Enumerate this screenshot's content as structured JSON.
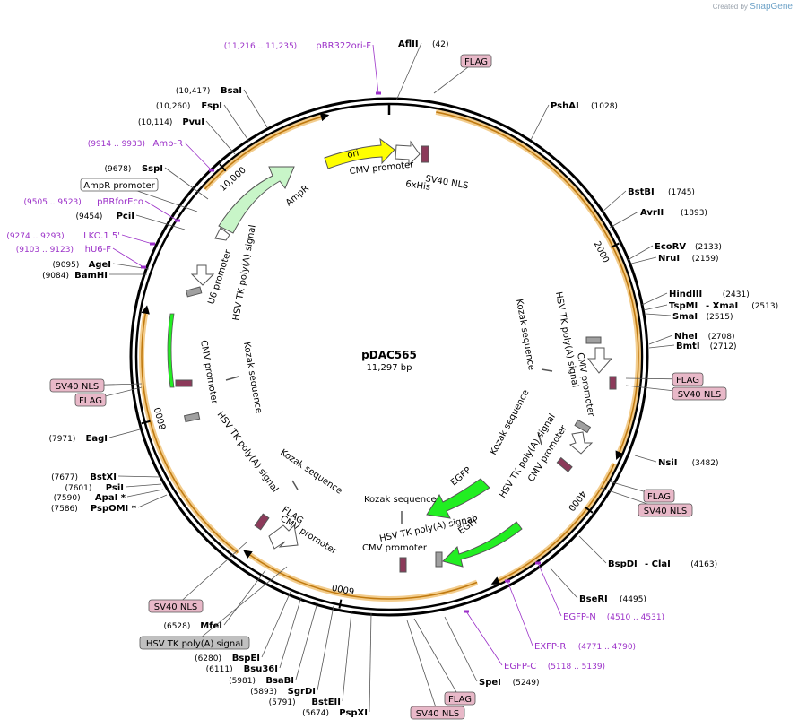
{
  "watermark": {
    "created_by": "Created by",
    "brand": "SnapGene"
  },
  "plasmid": {
    "name": "pDAC565",
    "size_label": "11,297 bp",
    "length": 11297
  },
  "colors": {
    "backbone": "#000000",
    "purple": "#9b30c8",
    "orange": "#f0a030",
    "green_bright": "#22ee22",
    "green_light": "#c8f5c8",
    "yellow": "#ffff00",
    "pink_tag": "#e8b8c8",
    "gray_tag": "#c0c0c0",
    "nls_box": "#8c3a5a"
  },
  "ticks": [
    {
      "bp": 2000,
      "label": "2000"
    },
    {
      "bp": 4000,
      "label": "4000"
    },
    {
      "bp": 6000,
      "label": "6000"
    },
    {
      "bp": 8000,
      "label": "8000"
    },
    {
      "bp": 10000,
      "label": "10,000"
    }
  ],
  "sites_right": [
    {
      "name": "AflII",
      "pos": "(42)"
    },
    {
      "name": "PshAI",
      "pos": "(1028)"
    },
    {
      "name": "BstBI",
      "pos": "(1745)"
    },
    {
      "name": "AvrII",
      "pos": "(1893)"
    },
    {
      "name": "EcoRV",
      "pos": "(2133)"
    },
    {
      "name": "NruI",
      "pos": "(2159)"
    },
    {
      "name": "HindIII",
      "pos": "(2431)"
    },
    {
      "name": "TspMI",
      "pos": "",
      "joiner": "- XmaI",
      "pos2": "(2513)"
    },
    {
      "name": "SmaI",
      "pos": "(2515)"
    },
    {
      "name": "NheI",
      "pos": "(2708)"
    },
    {
      "name": "BmtI",
      "pos": "(2712)"
    },
    {
      "name": "NsiI",
      "pos": "(3482)"
    },
    {
      "name": "BspDI",
      "pos": "",
      "joiner": "- ClaI",
      "pos2": "(4163)"
    },
    {
      "name": "BseRI",
      "pos": "(4495)"
    },
    {
      "name": "SpeI",
      "pos": "(5249)"
    }
  ],
  "sites_left": [
    {
      "name": "BsaI",
      "pos": "(10,417)"
    },
    {
      "name": "FspI",
      "pos": "(10,260)"
    },
    {
      "name": "PvuI",
      "pos": "(10,114)"
    },
    {
      "name": "SspI",
      "pos": "(9678)"
    },
    {
      "name": "PciI",
      "pos": "(9454)"
    },
    {
      "name": "AgeI",
      "pos": "(9095)"
    },
    {
      "name": "BamHI",
      "pos": "(9084)"
    },
    {
      "name": "EagI",
      "pos": "(7971)"
    },
    {
      "name": "BstXI",
      "pos": "(7677)"
    },
    {
      "name": "PsiI",
      "pos": "(7601)"
    },
    {
      "name": "ApaI *",
      "pos": "(7590)"
    },
    {
      "name": "PspOMI *",
      "pos": "(7586)"
    },
    {
      "name": "MfeI",
      "pos": "(6528)"
    },
    {
      "name": "BspEI",
      "pos": "(6280)"
    },
    {
      "name": "Bsu36I",
      "pos": "(6111)"
    },
    {
      "name": "BsaBI",
      "pos": "(5981)"
    },
    {
      "name": "SgrDI",
      "pos": "(5893)"
    },
    {
      "name": "BstEII",
      "pos": "(5791)"
    },
    {
      "name": "PspXI",
      "pos": "(5674)"
    }
  ],
  "primers": [
    {
      "name": "pBR322ori-F",
      "range": "(11,216 .. 11,235)"
    },
    {
      "name": "Amp-R",
      "range": "(9914 .. 9933)"
    },
    {
      "name": "pBRforEco",
      "range": "(9505 .. 9523)"
    },
    {
      "name": "LKO.1 5'",
      "range": "(9274 .. 9293)"
    },
    {
      "name": "hU6-F",
      "range": "(9103 .. 9123)"
    },
    {
      "name": "EGFP-N",
      "range": "(4510 .. 4531)"
    },
    {
      "name": "EXFP-R",
      "range": "(4771 .. 4790)"
    },
    {
      "name": "EGFP-C",
      "range": "(5118 .. 5139)"
    }
  ],
  "outer_features": {
    "flag": "FLAG",
    "sv40_nls": "SV40 NLS",
    "ampr_promoter": "AmpR promoter",
    "hsv_tk_polya": "HSV TK poly(A) signal"
  },
  "inner_labels": {
    "ori": "ori",
    "cmv_promoter": "CMV promoter",
    "sv40_nls": "SV40 NLS",
    "his6": "6xHis",
    "ampr": "AmpR",
    "u6_promoter": "U6 promoter",
    "hsv_tk_polya": "HSV TK poly(A) signal",
    "kozak": "Kozak sequence",
    "egfp": "EGFP",
    "flag": "FLAG"
  }
}
